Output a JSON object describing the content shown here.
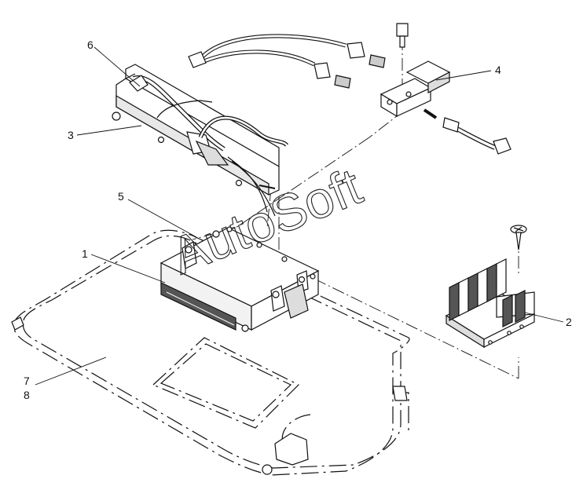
{
  "callouts": [
    "1",
    "2",
    "3",
    "4",
    "5",
    "6",
    "7",
    "8"
  ],
  "watermark": "AutoSoft",
  "colors": {
    "line": "#111111",
    "fill": "#ffffff",
    "shade": "#cfcfcf",
    "dark": "#444444"
  }
}
